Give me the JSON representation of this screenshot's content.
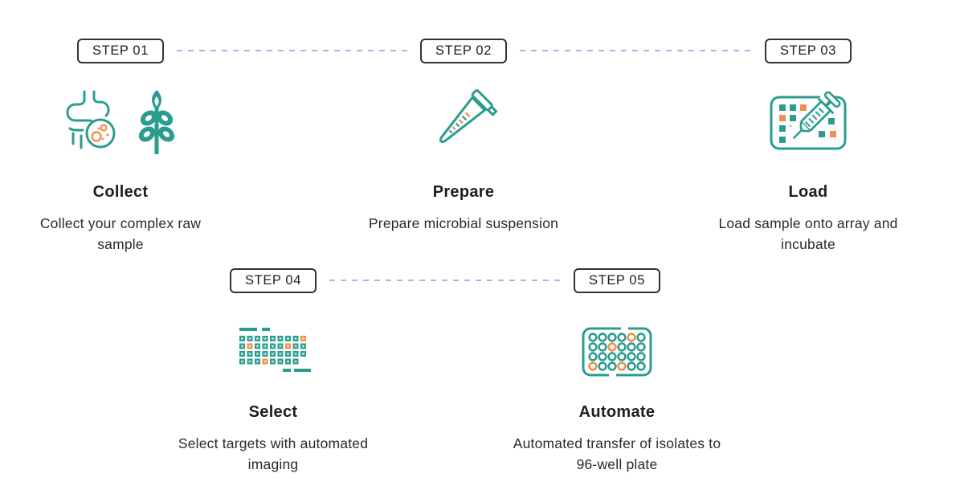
{
  "colors": {
    "teal": "#2A9D8F",
    "orange": "#F0914A",
    "connector": "#A9B6E2",
    "badge_border": "#333333",
    "heading_text": "#1E1E1E",
    "body_text": "#2A2A2A"
  },
  "steps": [
    {
      "badge": "STEP 01",
      "title": "Collect",
      "description": "Collect your complex raw sample",
      "icons": [
        "intestine-icon",
        "wheat-icon"
      ]
    },
    {
      "badge": "STEP 02",
      "title": "Prepare",
      "description": "Prepare microbial suspension",
      "icons": [
        "tube-icon"
      ]
    },
    {
      "badge": "STEP 03",
      "title": "Load",
      "description": "Load sample onto array and incubate",
      "icons": [
        "array-syringe-icon"
      ]
    },
    {
      "badge": "STEP 04",
      "title": "Select",
      "description": "Select targets with automated imaging",
      "icons": [
        "imaging-grid-icon"
      ]
    },
    {
      "badge": "STEP 05",
      "title": "Automate",
      "description": "Automated transfer of isolates to 96-well plate",
      "icons": [
        "well-plate-icon"
      ]
    }
  ]
}
